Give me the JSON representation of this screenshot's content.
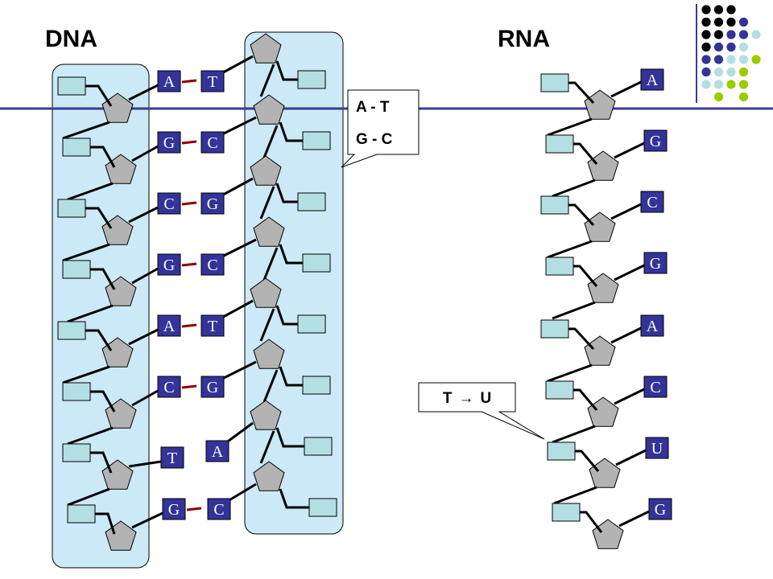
{
  "titles": {
    "dna": "DNA",
    "rna": "RNA"
  },
  "dna": {
    "left_bases": [
      "A",
      "G",
      "C",
      "G",
      "A",
      "C",
      "T",
      "G"
    ],
    "right_bases": [
      "T",
      "C",
      "G",
      "C",
      "T",
      "G",
      "A",
      "C"
    ]
  },
  "rna": {
    "bases": [
      "A",
      "G",
      "C",
      "G",
      "A",
      "C",
      "U",
      "G"
    ]
  },
  "callouts": {
    "pairing": {
      "line1": "A - T",
      "line2": "G - C"
    },
    "substitution": {
      "from": "T",
      "arrow": "→",
      "to": "U"
    }
  },
  "colors": {
    "base_fill": "#333399",
    "strand_highlight": "#cce9f7",
    "phosphate_fill": "#b4dfe2",
    "sugar_fill": "#b3b3b3",
    "bond_color": "#8b0000",
    "header_rule": "#3b3b8f",
    "dot_black": "#000000",
    "dot_navy": "#333399",
    "dot_lightblue": "#b4dfe2",
    "dot_green": "#99cc00"
  },
  "decor": {
    "dot_grid": [
      [
        "black",
        "black",
        "black",
        "",
        ""
      ],
      [
        "black",
        "black",
        "black",
        "navy",
        ""
      ],
      [
        "black",
        "black",
        "navy",
        "navy",
        "lightblue"
      ],
      [
        "black",
        "navy",
        "navy",
        "lightblue",
        ""
      ],
      [
        "navy",
        "navy",
        "lightblue",
        "lightblue",
        "green"
      ],
      [
        "navy",
        "lightblue",
        "lightblue",
        "green",
        ""
      ],
      [
        "lightblue",
        "lightblue",
        "green",
        "green",
        ""
      ],
      [
        "",
        "green",
        "",
        "green",
        ""
      ]
    ]
  }
}
